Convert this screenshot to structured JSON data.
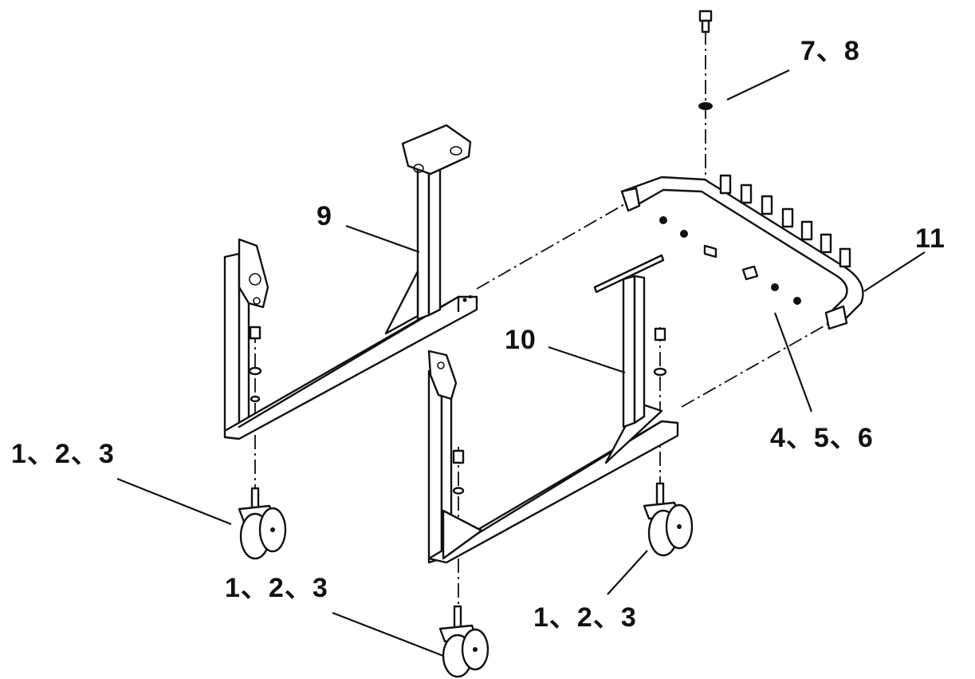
{
  "callouts": {
    "bolt_washer": "7、8",
    "upper_bracket": "9",
    "lower_bracket": "10",
    "mount_rail": "11",
    "bolt_nut_set": "4、5、6",
    "caster_left_top": "1、2、3",
    "caster_left_bottom": "1、2、3",
    "caster_right": "1、2、3"
  },
  "colors": {
    "ink": "#111111",
    "paper": "#ffffff"
  }
}
